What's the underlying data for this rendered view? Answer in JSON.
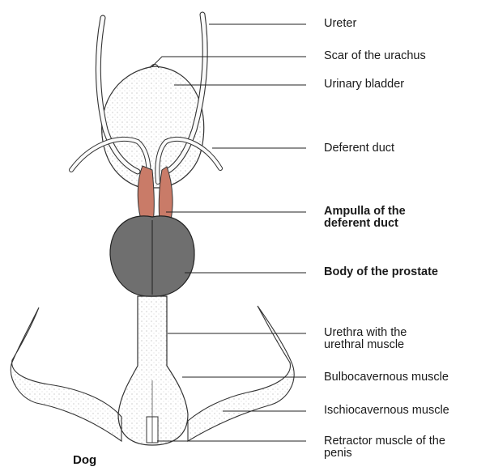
{
  "species_label": "Dog",
  "labels": [
    {
      "id": "ureter",
      "text": "Ureter",
      "bold": false
    },
    {
      "id": "scar-urachus",
      "text": "Scar of the urachus",
      "bold": false
    },
    {
      "id": "urinary-bladder",
      "text": "Urinary bladder",
      "bold": false
    },
    {
      "id": "deferent-duct",
      "text": "Deferent duct",
      "bold": false
    },
    {
      "id": "ampulla",
      "text": "Ampulla of the\ndeferent duct",
      "bold": true
    },
    {
      "id": "prostate",
      "text": "Body of the prostate",
      "bold": true
    },
    {
      "id": "urethra",
      "text": "Urethra with the\nurethral muscle",
      "bold": false
    },
    {
      "id": "bulbocavernous",
      "text": "Bulbocavernous muscle",
      "bold": false
    },
    {
      "id": "ischiocavernous",
      "text": "Ischiocavernous muscle",
      "bold": false
    },
    {
      "id": "retractor",
      "text": "Retractor muscle  of the\npenis",
      "bold": false
    }
  ],
  "colors": {
    "ampulla": "#c97b68",
    "prostate": "#6f6f6f",
    "line": "#222222"
  }
}
